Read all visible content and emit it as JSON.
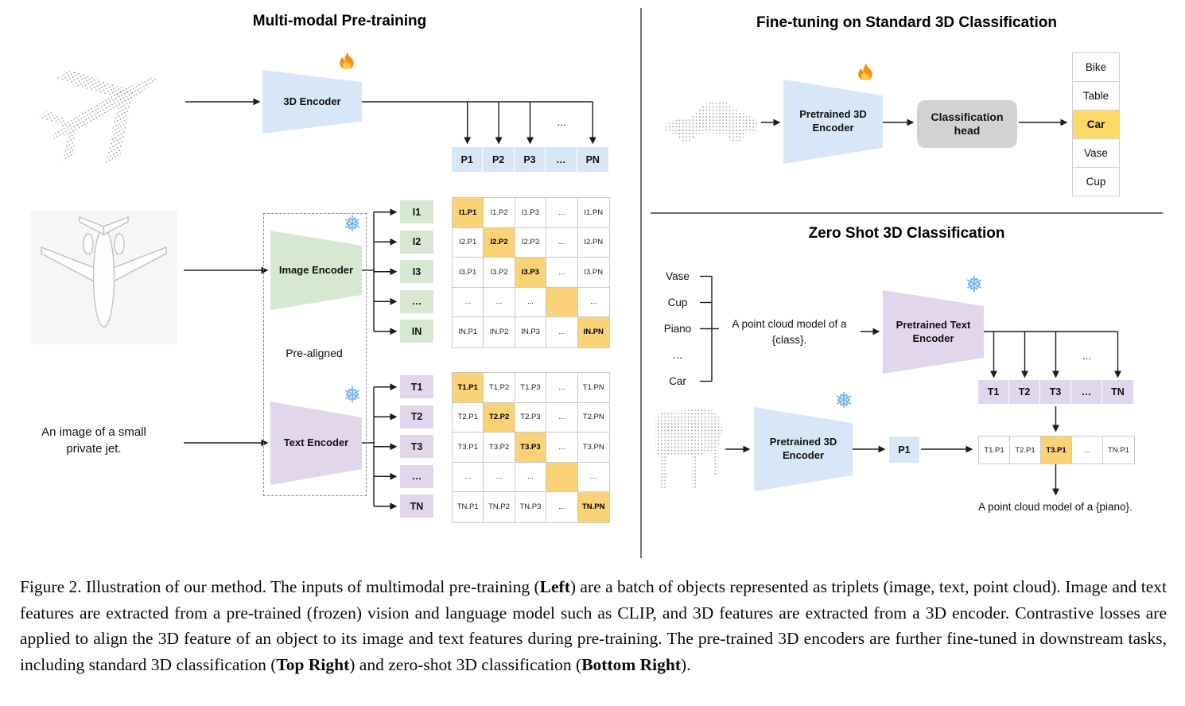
{
  "figure": {
    "left": {
      "title": "Multi-modal Pre-training",
      "encoder_3d_label": "3D Encoder",
      "image_encoder_label": "Image Encoder",
      "text_encoder_label": "Text Encoder",
      "pre_aligned_label": "Pre-aligned",
      "image_caption": "An image of a small private jet.",
      "dots": "...",
      "p_row": [
        "P1",
        "P2",
        "P3",
        "…",
        "PN"
      ],
      "i_matrix": {
        "row_labels": [
          "I1",
          "I2",
          "I3",
          "…",
          "IN"
        ],
        "rows": [
          [
            "I1.P1",
            "I1.P2",
            "I1.P3",
            "...",
            "I1.PN"
          ],
          [
            "I2.P1",
            "I2.P2",
            "I2.P3",
            "...",
            "I2.PN"
          ],
          [
            "I3.P1",
            "I3.P2",
            "I3.P3",
            "...",
            "I3.PN"
          ],
          [
            "...",
            "...",
            "...",
            "",
            "..."
          ],
          [
            "IN.P1",
            "IN.P2",
            "IN.P3",
            "...",
            "IN.PN"
          ]
        ]
      },
      "t_matrix": {
        "row_labels": [
          "T1",
          "T2",
          "T3",
          "…",
          "TN"
        ],
        "rows": [
          [
            "T1.P1",
            "T1.P2",
            "T1.P3",
            "...",
            "T1.PN"
          ],
          [
            "T2.P1",
            "T2.P2",
            "T2.P3",
            "...",
            "T2.PN"
          ],
          [
            "T3.P1",
            "T3.P2",
            "T3.P3",
            "...",
            "T3.PN"
          ],
          [
            "...",
            "...",
            "...",
            "",
            "..."
          ],
          [
            "TN.P1",
            "TN.P2",
            "TN.P3",
            "...",
            "TN.PN"
          ]
        ]
      }
    },
    "right_top": {
      "title": "Fine-tuning on Standard 3D Classification",
      "encoder_label": "Pretrained 3D Encoder",
      "head_label": "Classification head",
      "classes": [
        "Bike",
        "Table",
        "Car",
        "Vase",
        "Cup"
      ],
      "highlight_index": 2
    },
    "right_bottom": {
      "title": "Zero Shot 3D Classification",
      "class_words": [
        "Vase",
        "Cup",
        "Piano",
        "…",
        "Car"
      ],
      "prompt": "A point cloud model of a {class}.",
      "text_encoder_label": "Pretrained Text Encoder",
      "t_row": [
        "T1",
        "T2",
        "T3",
        "…",
        "TN"
      ],
      "encoder_label": "Pretrained 3D Encoder",
      "p1_label": "P1",
      "result_row": [
        "T1.P1",
        "T2.P1",
        "T3.P1",
        "...",
        "TN.P1"
      ],
      "result_highlight_index": 2,
      "result_caption": "A point cloud model of a {piano}.",
      "dots": "..."
    },
    "caption": {
      "segments": [
        {
          "text": "Figure 2. Illustration of our method. The inputs of multimodal pre-training (",
          "bold": false
        },
        {
          "text": "Left",
          "bold": true
        },
        {
          "text": ") are a batch of objects represented as triplets (image, text, point cloud). Image and text features are extracted from a pre-trained (frozen) vision and language model such as CLIP, and 3D features are extracted from a 3D encoder. Contrastive losses are applied to align the 3D feature of an object to its image and text features during pre-training. The pre-trained 3D encoders are further fine-tuned in downstream tasks, including standard 3D classification (",
          "bold": false
        },
        {
          "text": "Top Right",
          "bold": true
        },
        {
          "text": ") and zero-shot 3D classification (",
          "bold": false
        },
        {
          "text": "Bottom Right",
          "bold": true
        },
        {
          "text": ").",
          "bold": false
        }
      ]
    },
    "colors": {
      "encoder_blue": "#d8e7f8",
      "encoder_green": "#d6e8d2",
      "encoder_purple": "#e2d6ec",
      "matrix_highlight": "#fcd277",
      "class_highlight": "#ffd966",
      "head_gray": "#d2d2d2"
    },
    "icons": {
      "fire": "fire-icon",
      "snowflake": "snowflake-icon"
    }
  }
}
